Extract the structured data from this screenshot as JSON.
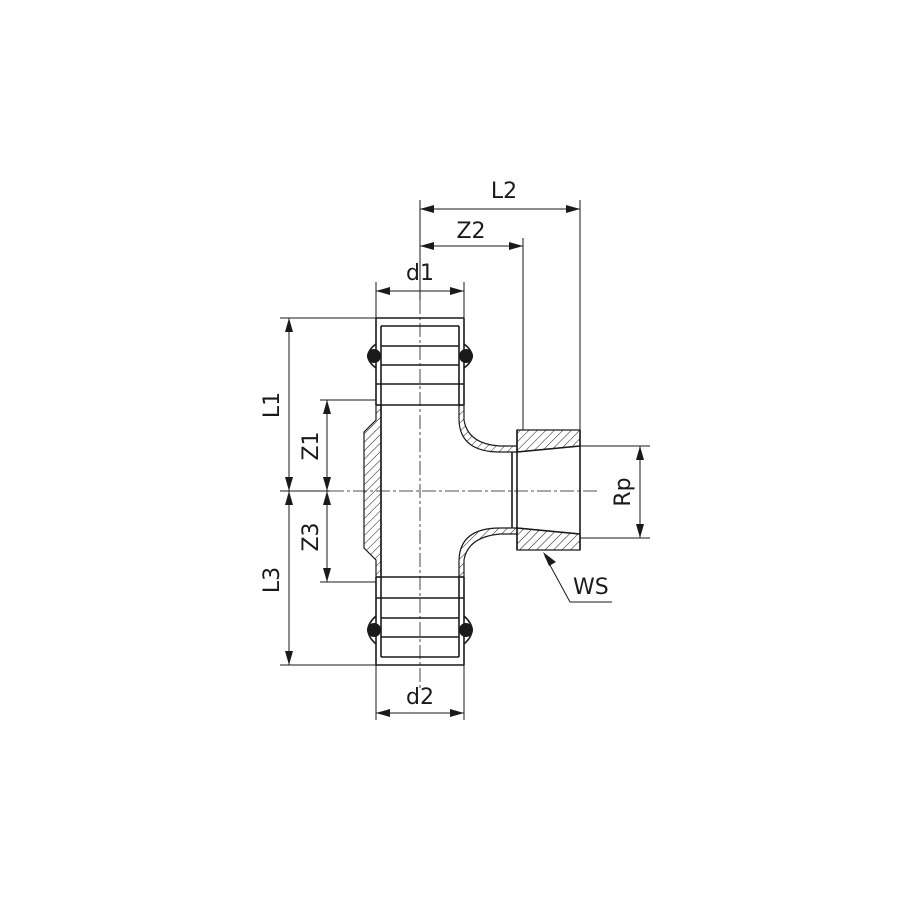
{
  "labels": {
    "d1": "d1",
    "d2": "d2",
    "L1": "L1",
    "L2": "L2",
    "L3": "L3",
    "Z1": "Z1",
    "Z2": "Z2",
    "Z3": "Z3",
    "Rp": "Rp",
    "WS": "WS"
  }
}
